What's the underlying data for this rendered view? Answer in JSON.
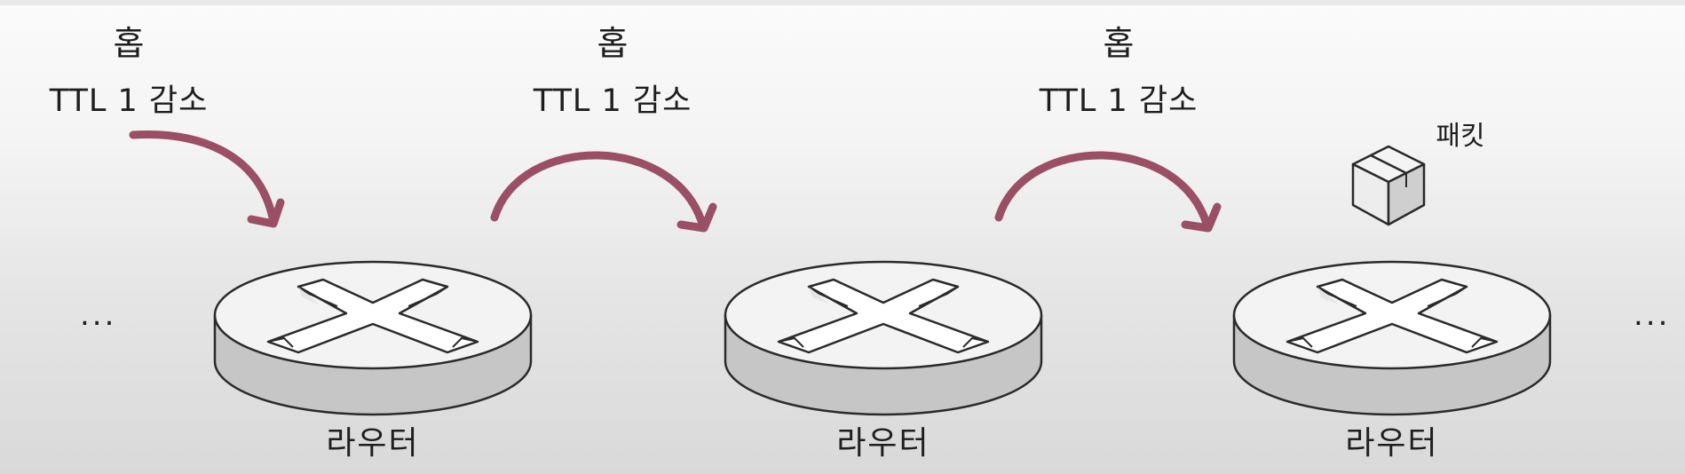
{
  "hops": [
    {
      "hop_label": "홉",
      "ttl_label": "TTL 1 감소"
    },
    {
      "hop_label": "홉",
      "ttl_label": "TTL 1 감소"
    },
    {
      "hop_label": "홉",
      "ttl_label": "TTL 1 감소"
    }
  ],
  "routers": [
    {
      "label": "라우터"
    },
    {
      "label": "라우터"
    },
    {
      "label": "라우터"
    }
  ],
  "packet": {
    "label": "패킷"
  },
  "ellipsis_left": "...",
  "ellipsis_right": "...",
  "colors": {
    "arrow": "#9a4f66",
    "router_top": "#f3f3f3",
    "router_side": "#c4c4c4",
    "outline": "#2a2a2a"
  }
}
